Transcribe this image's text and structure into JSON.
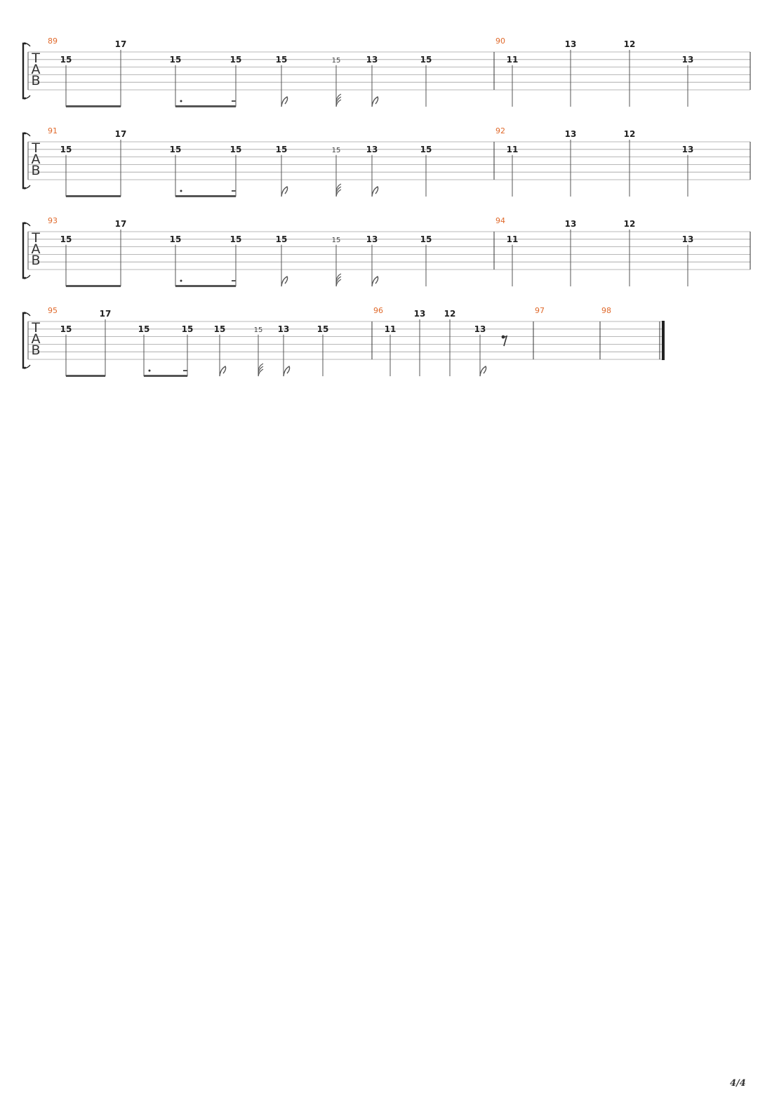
{
  "page_number": "4/4",
  "tab_clef": [
    "T",
    "A",
    "B"
  ],
  "systems": [
    {
      "measures": [
        {
          "number": "89",
          "notes": [
            {
              "fret": "15",
              "string": 1,
              "rhythm": "beam8"
            },
            {
              "fret": "17",
              "string": 0,
              "rhythm": "beam8"
            },
            {
              "fret": "15",
              "string": 1,
              "rhythm": "beamDotted"
            },
            {
              "fret": "15",
              "string": 1,
              "rhythm": "beamDotted"
            },
            {
              "fret": "15",
              "string": 1,
              "rhythm": "flag8"
            },
            {
              "fret": "15",
              "string": 1,
              "rhythm": "flag32",
              "small": true
            },
            {
              "fret": "13",
              "string": 1,
              "rhythm": "flag8"
            },
            {
              "fret": "15",
              "string": 1,
              "rhythm": "quarter"
            }
          ]
        },
        {
          "number": "90",
          "notes": [
            {
              "fret": "11",
              "string": 1,
              "rhythm": "quarter"
            },
            {
              "fret": "13",
              "string": 0,
              "rhythm": "quarter"
            },
            {
              "fret": "12",
              "string": 0,
              "rhythm": "quarter"
            },
            {
              "fret": "13",
              "string": 1,
              "rhythm": "quarter"
            }
          ]
        }
      ]
    },
    {
      "measures": [
        {
          "number": "91",
          "notes": [
            {
              "fret": "15",
              "string": 1,
              "rhythm": "beam8"
            },
            {
              "fret": "17",
              "string": 0,
              "rhythm": "beam8"
            },
            {
              "fret": "15",
              "string": 1,
              "rhythm": "beamDotted"
            },
            {
              "fret": "15",
              "string": 1,
              "rhythm": "beamDotted"
            },
            {
              "fret": "15",
              "string": 1,
              "rhythm": "flag8"
            },
            {
              "fret": "15",
              "string": 1,
              "rhythm": "flag32",
              "small": true
            },
            {
              "fret": "13",
              "string": 1,
              "rhythm": "flag8"
            },
            {
              "fret": "15",
              "string": 1,
              "rhythm": "quarter"
            }
          ]
        },
        {
          "number": "92",
          "notes": [
            {
              "fret": "11",
              "string": 1,
              "rhythm": "quarter"
            },
            {
              "fret": "13",
              "string": 0,
              "rhythm": "quarter"
            },
            {
              "fret": "12",
              "string": 0,
              "rhythm": "quarter"
            },
            {
              "fret": "13",
              "string": 1,
              "rhythm": "quarter"
            }
          ]
        }
      ]
    },
    {
      "measures": [
        {
          "number": "93",
          "notes": [
            {
              "fret": "15",
              "string": 1,
              "rhythm": "beam8"
            },
            {
              "fret": "17",
              "string": 0,
              "rhythm": "beam8"
            },
            {
              "fret": "15",
              "string": 1,
              "rhythm": "beamDotted"
            },
            {
              "fret": "15",
              "string": 1,
              "rhythm": "beamDotted"
            },
            {
              "fret": "15",
              "string": 1,
              "rhythm": "flag8"
            },
            {
              "fret": "15",
              "string": 1,
              "rhythm": "flag32",
              "small": true
            },
            {
              "fret": "13",
              "string": 1,
              "rhythm": "flag8"
            },
            {
              "fret": "15",
              "string": 1,
              "rhythm": "quarter"
            }
          ]
        },
        {
          "number": "94",
          "notes": [
            {
              "fret": "11",
              "string": 1,
              "rhythm": "quarter"
            },
            {
              "fret": "13",
              "string": 0,
              "rhythm": "quarter"
            },
            {
              "fret": "12",
              "string": 0,
              "rhythm": "quarter"
            },
            {
              "fret": "13",
              "string": 1,
              "rhythm": "quarter"
            }
          ]
        }
      ]
    },
    {
      "measures": [
        {
          "number": "95",
          "notes": [
            {
              "fret": "15",
              "string": 1,
              "rhythm": "beam8"
            },
            {
              "fret": "17",
              "string": 0,
              "rhythm": "beam8"
            },
            {
              "fret": "15",
              "string": 1,
              "rhythm": "beamDotted"
            },
            {
              "fret": "15",
              "string": 1,
              "rhythm": "beamDotted"
            },
            {
              "fret": "15",
              "string": 1,
              "rhythm": "flag8"
            },
            {
              "fret": "15",
              "string": 1,
              "rhythm": "flag32",
              "small": true
            },
            {
              "fret": "13",
              "string": 1,
              "rhythm": "flag8"
            },
            {
              "fret": "15",
              "string": 1,
              "rhythm": "quarter"
            }
          ]
        },
        {
          "number": "96",
          "notes": [
            {
              "fret": "11",
              "string": 1,
              "rhythm": "quarter"
            },
            {
              "fret": "13",
              "string": 0,
              "rhythm": "quarter"
            },
            {
              "fret": "12",
              "string": 0,
              "rhythm": "quarter"
            },
            {
              "fret": "13",
              "string": 1,
              "rhythm": "flag8"
            },
            {
              "rest": "eighth"
            }
          ]
        },
        {
          "number": "97",
          "notes": []
        },
        {
          "number": "98",
          "notes": [],
          "final": true
        }
      ]
    }
  ]
}
